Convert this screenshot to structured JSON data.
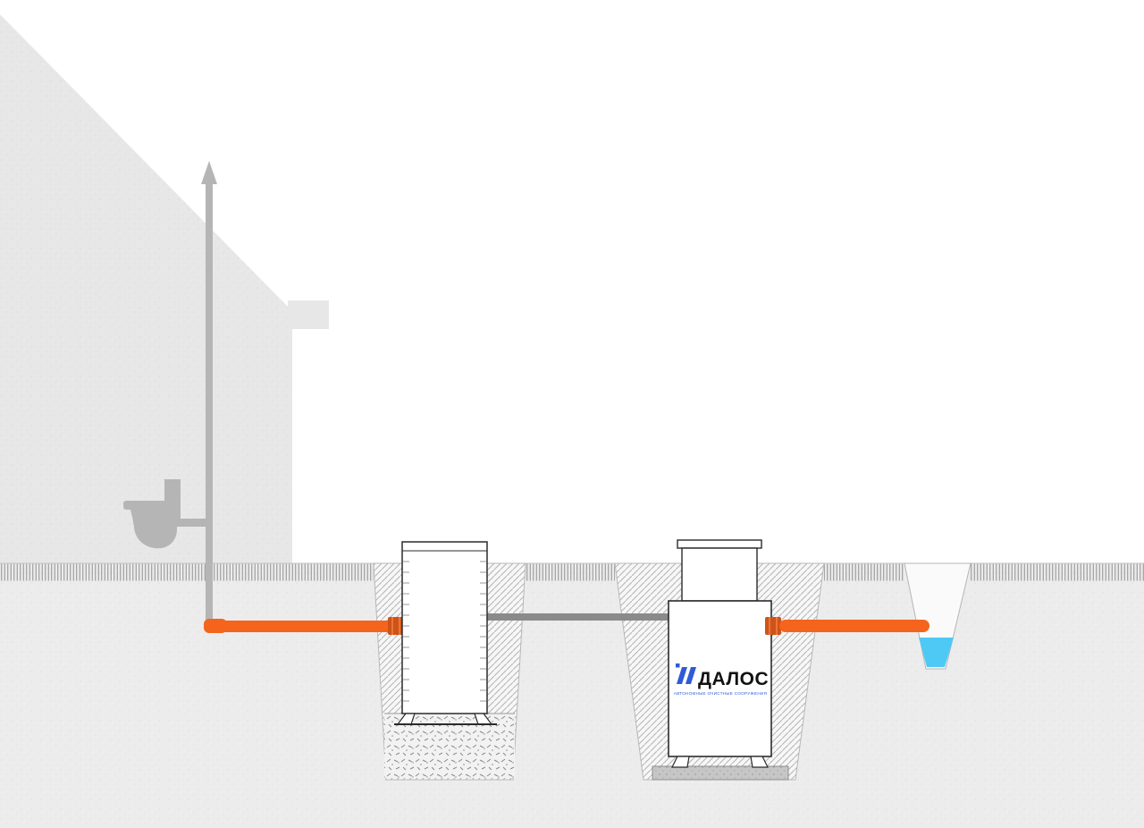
{
  "scene": {
    "title": "Septic system installation cross-section diagram",
    "description": "House with vent stack and toilet, inlet sewer pipe to pre-tank, transfer pipe to DALOS treatment unit, outlet pipe to drainage ditch"
  },
  "labels": {
    "brand_name": "ДАЛОС",
    "brand_tagline": "АВТОНОМНЫЕ ОЧИСТНЫЕ СООРУЖЕНИЯ"
  },
  "icons": {
    "vent_arrow": "up-arrow",
    "toilet": "toilet-silhouette",
    "water": "ditch-water-triangle"
  },
  "colors": {
    "background": "#ffffff",
    "house_fill": "#e7e7e7",
    "ground_fill": "#ececec",
    "pit_fill": "#f7f7f7",
    "vent_pipe_gray": "#b5b5b5",
    "toilet_gray": "#b5b5b5",
    "sewer_pipe_orange": "#f4641d",
    "pipe_coupling_orange": "#cf5317",
    "transfer_pipe_gray": "#8a8a8a",
    "tank_fill": "#ffffff",
    "tank_outline": "#2b2b2b",
    "logo_blue": "#2f5bd8",
    "water_blue": "#4ec9f5",
    "slab_fill": "#c6c6c6",
    "hatch_gray": "#909090",
    "surface_line": "#c4c4c4"
  }
}
